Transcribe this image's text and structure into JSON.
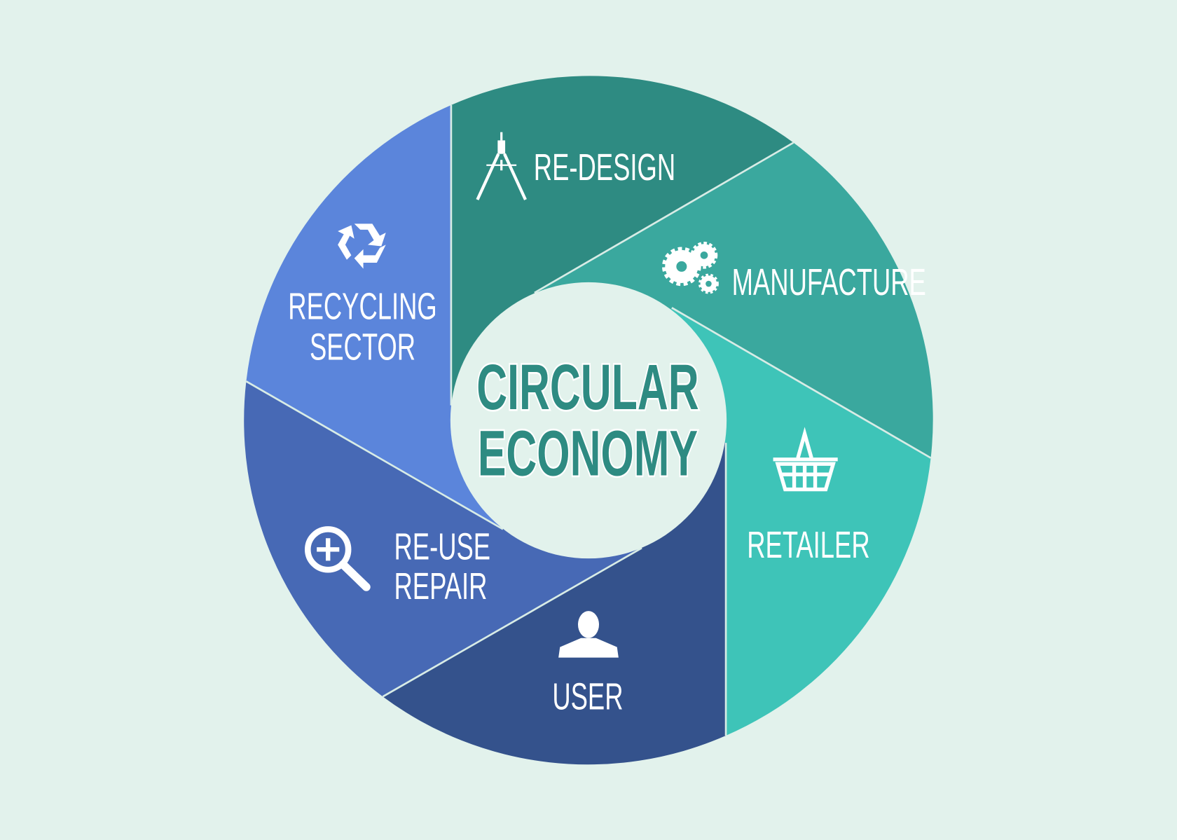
{
  "center": {
    "line1": "CIRCULAR",
    "line2": "ECONOMY"
  },
  "segments": [
    {
      "id": "redesign",
      "label": "RE-DESIGN",
      "icon": "compass-icon",
      "color": "#2e8b82"
    },
    {
      "id": "manufacture",
      "label": "MANUFACTURE",
      "icon": "gears-icon",
      "color": "#3aa89e"
    },
    {
      "id": "retailer",
      "label": "RETAILER",
      "icon": "shopping-basket-icon",
      "color": "#3ec4b8"
    },
    {
      "id": "user",
      "label": "USER",
      "icon": "user-icon",
      "color": "#34528c"
    },
    {
      "id": "reuse",
      "label_line1": "RE-USE",
      "label_line2": "REPAIR",
      "icon": "magnifier-plus-icon",
      "color": "#4769b5"
    },
    {
      "id": "recycling",
      "label_line1": "RECYCLING",
      "label_line2": "SECTOR",
      "icon": "recycle-icon",
      "color": "#5b85db"
    }
  ],
  "colors": {
    "background": "#e2f2ec",
    "title": "#2e8b82"
  }
}
